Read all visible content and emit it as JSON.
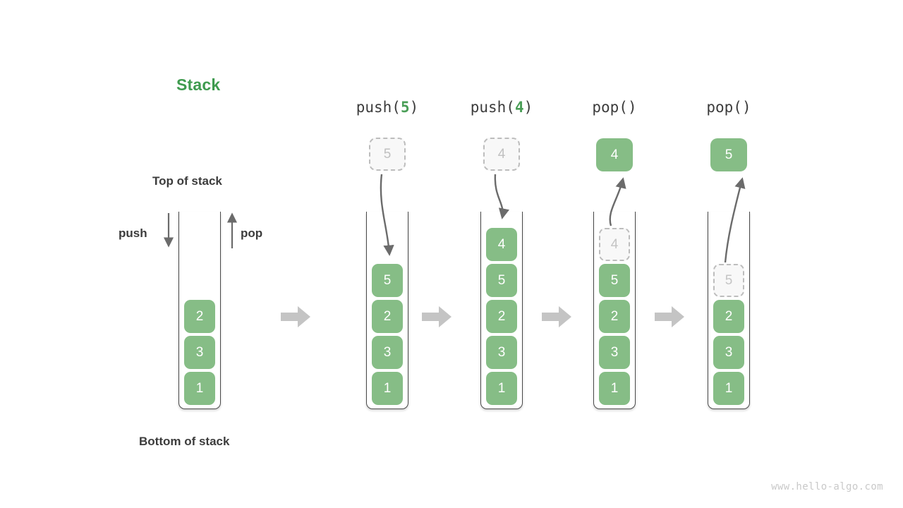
{
  "diagram": {
    "title": "Stack",
    "title_color": "#3f9b4f",
    "accent_color": "#4a9e57",
    "cell_color": "#86bd86",
    "ghost_color": "#c0c0c0",
    "wall_color": "#4a4a4a",
    "transition_arrow_color": "#c4c4c4",
    "watermark": "www.hello-algo.com"
  },
  "labels": {
    "top_of_stack": "Top of stack",
    "bottom_of_stack": "Bottom of stack",
    "push": "push",
    "pop": "pop"
  },
  "initial_stack": {
    "name": "initial",
    "cells": [
      "1",
      "3",
      "2"
    ]
  },
  "steps": [
    {
      "id": "push-5",
      "op_prefix": "push(",
      "op_arg": "5",
      "op_suffix": ")",
      "float_value": "5",
      "float_kind": "ghost",
      "cells": [
        "1",
        "3",
        "2",
        "5"
      ],
      "ghost_index": -1
    },
    {
      "id": "push-4",
      "op_prefix": "push(",
      "op_arg": "4",
      "op_suffix": ")",
      "float_value": "4",
      "float_kind": "ghost",
      "cells": [
        "1",
        "3",
        "2",
        "5",
        "4"
      ],
      "ghost_index": -1
    },
    {
      "id": "pop-1",
      "op_prefix": "pop(",
      "op_arg": "",
      "op_suffix": ")",
      "float_value": "4",
      "float_kind": "solid",
      "cells": [
        "1",
        "3",
        "2",
        "5",
        "4"
      ],
      "ghost_index": 4
    },
    {
      "id": "pop-2",
      "op_prefix": "pop(",
      "op_arg": "",
      "op_suffix": ")",
      "float_value": "5",
      "float_kind": "solid",
      "cells": [
        "1",
        "3",
        "2",
        "5"
      ],
      "ghost_index": 3
    }
  ],
  "transition_arrows": [
    {
      "name": "transition-arrow-1"
    },
    {
      "name": "transition-arrow-2"
    },
    {
      "name": "transition-arrow-3"
    },
    {
      "name": "transition-arrow-4"
    }
  ]
}
